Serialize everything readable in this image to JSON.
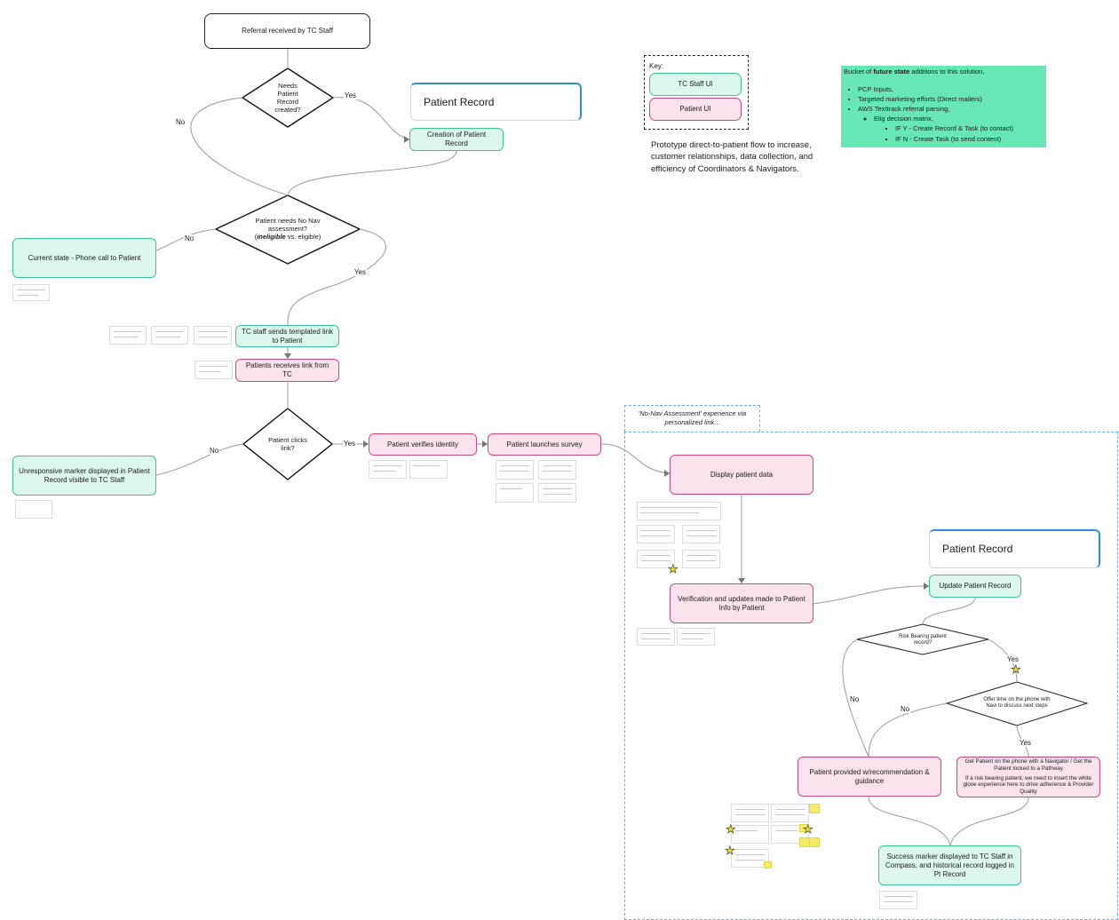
{
  "diagram": {
    "start": "Referral received by TC Staff",
    "d_needs_record": "Needs\nPatient\nRecord\ncreated?",
    "patient_record_top": "Patient Record",
    "creation": "Creation of Patient Record",
    "d_nonav": "Patient needs No Nav assessment?",
    "d_nonav_bold": "ineligible",
    "d_nonav_rest": " vs. eligible)",
    "current_state": "Current state - Phone call to Patient",
    "tc_sends": "TC staff sends templated link to Patient",
    "patient_receives": "Patients receives link from TC",
    "d_clicks": "Patient clicks\nlink?",
    "unresponsive": "Unresponsive marker displayed in Patient Record visible to TC Staff",
    "verifies": "Patient verifies identity",
    "launches": "Patient launches survey",
    "display_data": "Display patient data",
    "verification_updates": "Verification and updates made to Patient Info by Patient",
    "patient_record_bottom": "Patient Record",
    "update_record": "Update Patient Record",
    "d_risk": "Risk Bearing patient\nrecord?",
    "d_offer": "Offer time on the phone with\nNavi to discuss next steps",
    "provided": "Patient provided w/recommendation & guidance",
    "navigator_1": "Get Patient on the phone with a Navigator / Get the Patient locked to a Pathway",
    "navigator_2": "If a risk bearing patient, we need to insert the white glove experience here to drive adherence & Provider Quality",
    "success": "Success marker displayed to TC Staff in Compass, and historical record logged in Pt Record",
    "no_nav_region_label": "'No-Nav Assessment' experience via personalized link..."
  },
  "edge_labels": {
    "yes": "Yes",
    "no": "No"
  },
  "key": {
    "title": "Key:",
    "staff": "TC Staff UI",
    "patient": "Patient UI"
  },
  "bucket": {
    "intro_1": "Bucket of ",
    "intro_bold": "future state",
    "intro_2": " additions to this solution,",
    "items": [
      "PCP Inputs,",
      "Targeted marketing efforts (Direct mailers)",
      "AWS Texttrack referral parsing,"
    ],
    "sub_item": "Elig decision matrix,",
    "sub_sub_items": [
      "IF Y - Create Record & Task (to contact)",
      "IF N - Create Task (to send content)"
    ]
  },
  "prototype_text": "Prototype direct-to-patient flow to increase, customer relationships, data collection, and efficiency of Coordinators & Navigators.",
  "colors": {
    "staff_fill": "#dcf7ec",
    "staff_border": "#3cc496",
    "patient_fill": "#fbe3ee",
    "patient_border": "#d3457d",
    "record_accent": "#2e8be6",
    "bucket_fill": "#68e7b6",
    "region_border": "#6aaee6",
    "star": "#f2dd26"
  }
}
